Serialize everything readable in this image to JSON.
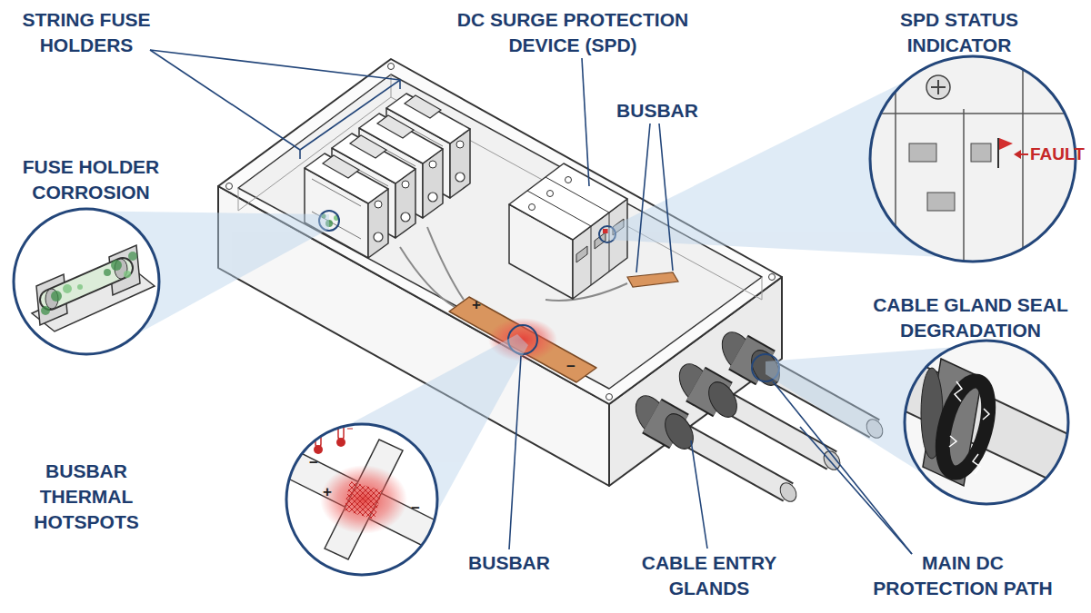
{
  "diagram": {
    "labels": [
      "STRING FUSE HOLDERS",
      "DC SURGE PROTECTION DEVICE (SPD)",
      "SPD STATUS INDICATOR",
      "FUSE HOLDER CORROSION",
      "BUSBAR",
      "FAULT",
      "CABLE GLAND SEAL DEGRADATION",
      "+",
      "−",
      "BUSBAR THERMAL HOTSPOTS",
      "−",
      "+",
      "−",
      "BUSBAR",
      "CABLE ENTRY GLANDS",
      "MAIN DC PROTECTION PATH"
    ]
  }
}
